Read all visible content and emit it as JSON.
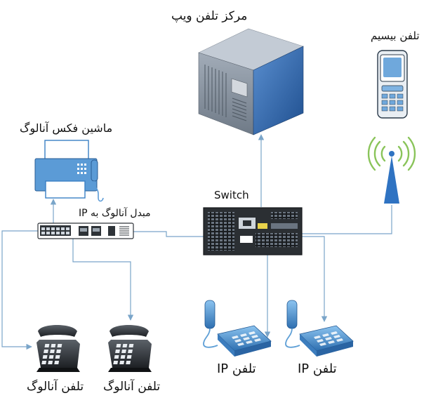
{
  "colors": {
    "link": "#7aa5c9",
    "server_front": "#8b96a3",
    "server_top": "#bfc7d1",
    "server_side": "#3d71b1",
    "device_dark": "#2e3338",
    "phone_blue": "#5e9fd6"
  },
  "labels": {
    "voip_center": "مرکز تلفن ویپ",
    "wireless_phone": "تلفن بیسیم",
    "analog_fax": "ماشین فکس آنالوگ",
    "switch": "Switch",
    "gateway": "مبدل آنالوگ به IP",
    "analog_phone_1": "تلفن آنالوگ",
    "analog_phone_2": "تلفن آنالوگ",
    "ip_phone_1": "تلفن IP",
    "ip_phone_2": "تلفن IP"
  },
  "icons": {
    "server": "server-icon",
    "cell_phone": "cell-phone-icon",
    "antenna": "antenna-icon",
    "fax": "fax-icon",
    "gateway": "gateway-icon",
    "switch": "switch-icon",
    "analog_phone": "analog-phone-icon",
    "ip_phone": "ip-phone-icon"
  }
}
